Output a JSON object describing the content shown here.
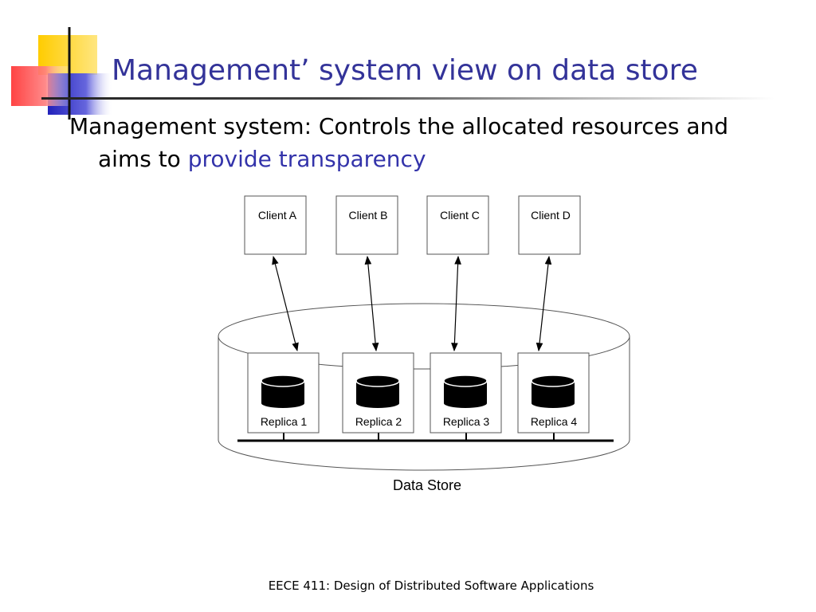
{
  "slide": {
    "title": "Management’ system view on data store",
    "body_text": "Management system: Controls the allocated resources and",
    "body_text_2": "aims to ",
    "body_highlight": "provide transparency",
    "footer": "EECE 411: Design of Distributed Software Applications"
  },
  "diagram": {
    "clients": [
      "Client A",
      "Client B",
      "Client C",
      "Client D"
    ],
    "replicas": [
      "Replica 1",
      "Replica 2",
      "Replica 3",
      "Replica 4"
    ],
    "store_label": "Data Store"
  },
  "colors": {
    "title": "#333399",
    "highlight": "#3333aa",
    "deco_yellow": "#ffcc00",
    "deco_red": "#ff3333",
    "deco_blue": "#3333cc"
  }
}
